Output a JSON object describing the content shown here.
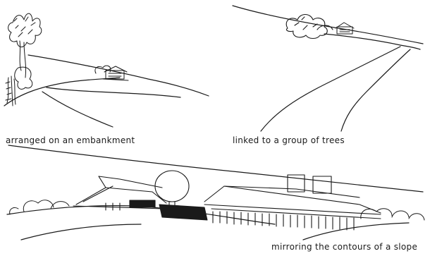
{
  "captions": {
    "embankment": "arranged on an embankment",
    "trees": "linked to a group of trees",
    "slope": "mirroring the contours of a slope"
  }
}
